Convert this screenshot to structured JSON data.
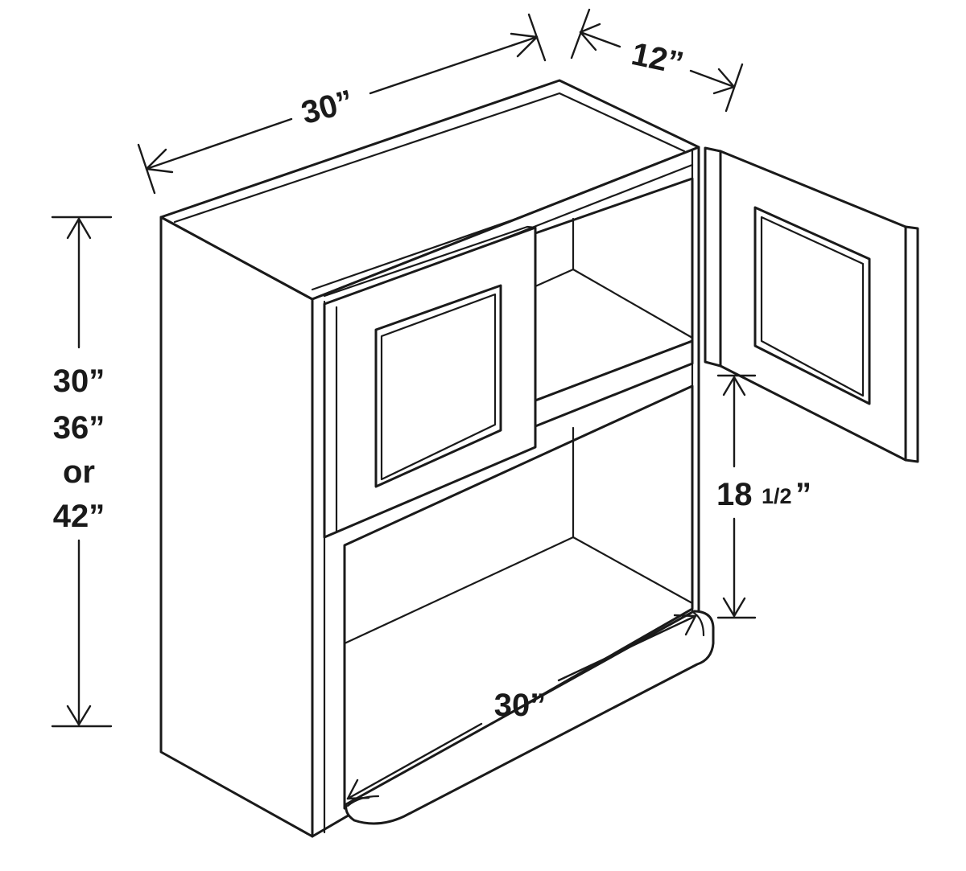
{
  "dimensions": {
    "top_width": "30”",
    "depth": "12”",
    "height_options": [
      "30”",
      "36”",
      "or",
      "42”"
    ],
    "opening_height_whole": "18",
    "opening_height_fraction": "1/2",
    "opening_height_unit": "”",
    "bottom_width": "30”"
  },
  "colors": {
    "line": "#1a1a1a",
    "background": "#ffffff"
  }
}
